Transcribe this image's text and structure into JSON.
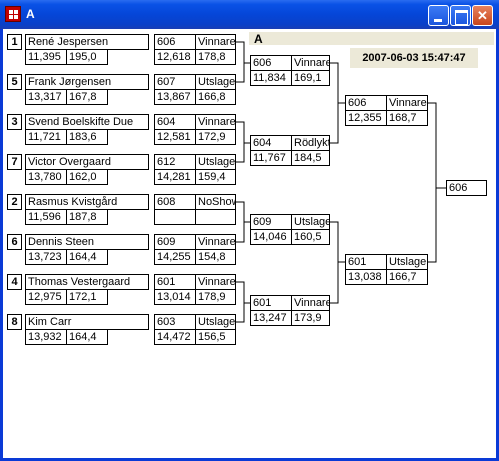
{
  "window": {
    "title": "A"
  },
  "header": {
    "letter": "A",
    "datetime": "2007-06-03 15:47:47"
  },
  "players": [
    {
      "seed": "1",
      "name": "René Jespersen",
      "v1": "11,395",
      "v2": "195,0"
    },
    {
      "seed": "5",
      "name": "Frank Jørgensen",
      "v1": "13,317",
      "v2": "167,8"
    },
    {
      "seed": "3",
      "name": "Svend Boelskifte Due",
      "v1": "11,721",
      "v2": "183,6"
    },
    {
      "seed": "7",
      "name": "Victor Overgaard",
      "v1": "13,780",
      "v2": "162,0"
    },
    {
      "seed": "2",
      "name": "Rasmus Kvistgård",
      "v1": "11,596",
      "v2": "187,8"
    },
    {
      "seed": "6",
      "name": "Dennis Steen",
      "v1": "13,723",
      "v2": "164,4"
    },
    {
      "seed": "4",
      "name": "Thomas Vestergaard",
      "v1": "12,975",
      "v2": "172,1"
    },
    {
      "seed": "8",
      "name": "Kim Carr",
      "v1": "13,932",
      "v2": "164,4"
    }
  ],
  "round1": [
    {
      "id": "606",
      "status": "Vinnare",
      "v1": "12,618",
      "v2": "178,8"
    },
    {
      "id": "607",
      "status": "Utslagen",
      "v1": "13,867",
      "v2": "166,8"
    },
    {
      "id": "604",
      "status": "Vinnare",
      "v1": "12,581",
      "v2": "172,9"
    },
    {
      "id": "612",
      "status": "Utslagen",
      "v1": "14,281",
      "v2": "159,4"
    },
    {
      "id": "608",
      "status": "NoShow",
      "v1": "",
      "v2": ""
    },
    {
      "id": "609",
      "status": "Vinnare",
      "v1": "14,255",
      "v2": "154,8"
    },
    {
      "id": "601",
      "status": "Vinnare",
      "v1": "13,014",
      "v2": "178,9"
    },
    {
      "id": "603",
      "status": "Utslagen",
      "v1": "14,472",
      "v2": "156,5"
    }
  ],
  "round2": [
    {
      "id": "606",
      "status": "Vinnare",
      "v1": "11,834",
      "v2": "169,1"
    },
    {
      "id": "604",
      "status": "Rödlykta",
      "v1": "11,767",
      "v2": "184,5"
    },
    {
      "id": "609",
      "status": "Utslagen",
      "v1": "14,046",
      "v2": "160,5"
    },
    {
      "id": "601",
      "status": "Vinnare",
      "v1": "13,247",
      "v2": "173,9"
    }
  ],
  "round3": [
    {
      "id": "606",
      "status": "Vinnare",
      "v1": "12,355",
      "v2": "168,7"
    },
    {
      "id": "601",
      "status": "Utslagen",
      "v1": "13,038",
      "v2": "166,7"
    }
  ],
  "final": {
    "id": "606"
  }
}
